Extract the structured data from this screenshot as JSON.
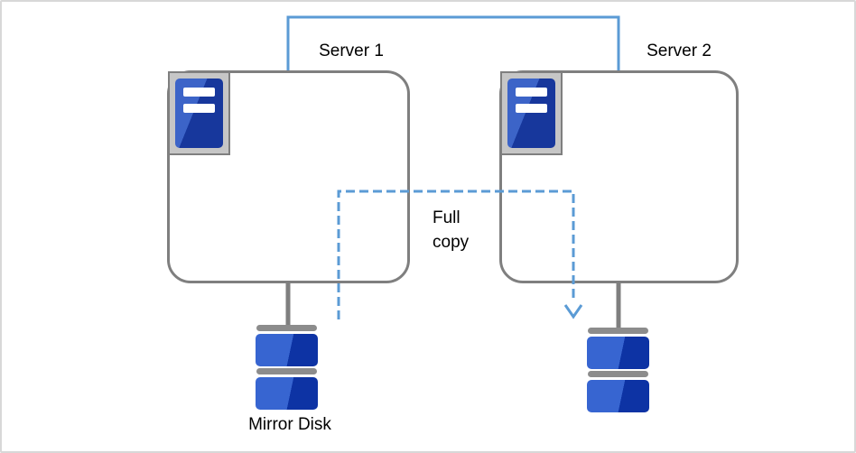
{
  "diagram": {
    "type": "mirror-disk-replication",
    "server1": {
      "label": "Server 1",
      "icon": "server-icon"
    },
    "server2": {
      "label": "Server 2",
      "icon": "server-icon"
    },
    "mirror_disk": {
      "label": "Mirror Disk",
      "icon": "disk-stack-icon"
    },
    "server2_disk": {
      "icon": "disk-stack-icon"
    },
    "connections": {
      "interconnect": {
        "from": "Server 1",
        "to": "Server 2",
        "style": "solid"
      },
      "full_copy": {
        "from": "Mirror Disk",
        "to": "Server 2 disk",
        "style": "dashed",
        "label": "Full\ncopy",
        "arrowhead": "arrow-down-icon"
      }
    }
  },
  "colors": {
    "background": "#ffffff",
    "canvas_border": "#d8d8d8",
    "line_blue": "#5b9bd5",
    "box_border": "#7f7f7f",
    "connector_gray": "#7f7f7f",
    "icon_frame_gray": "#c6c6c6",
    "icon_blue_light": "#3c64c8",
    "icon_blue_dark": "#17379c",
    "disk_bar_gray": "#8c8c8c",
    "disk_blue_light": "#3765d1",
    "disk_blue_dark": "#0d33a4",
    "text_color": "#000000"
  }
}
